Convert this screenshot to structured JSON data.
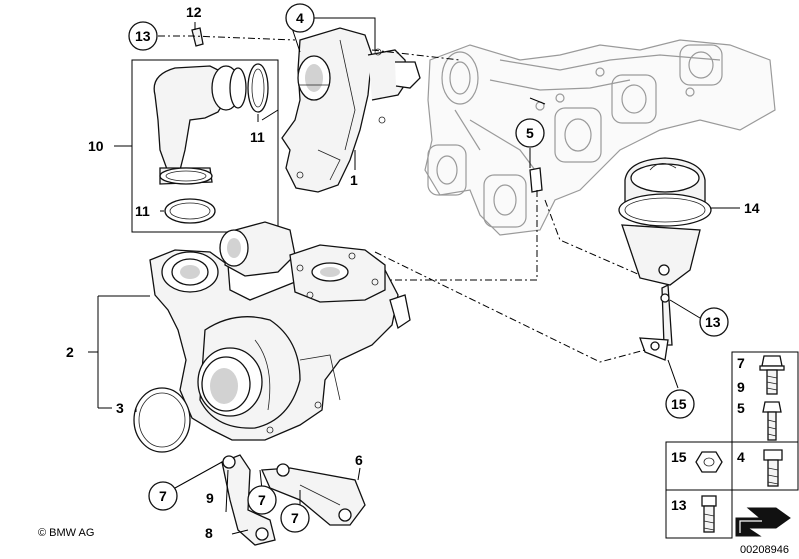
{
  "callouts": {
    "c1": "1",
    "c2": "2",
    "c3": "3",
    "c4": "4",
    "c5": "5",
    "c6": "6",
    "c7a": "7",
    "c7b": "7",
    "c7c": "7",
    "c8": "8",
    "c9": "9",
    "c10": "10",
    "c11a": "11",
    "c11b": "11",
    "c12": "12",
    "c13a": "13",
    "c13b": "13",
    "c14": "14",
    "c15": "15"
  },
  "legend": {
    "r1": [
      "7",
      "9"
    ],
    "r2": "5",
    "r3a": "15",
    "r3b": "4",
    "r4": "13"
  },
  "footer": {
    "copyright": "© BMW AG",
    "diagram_id": "00208946"
  }
}
